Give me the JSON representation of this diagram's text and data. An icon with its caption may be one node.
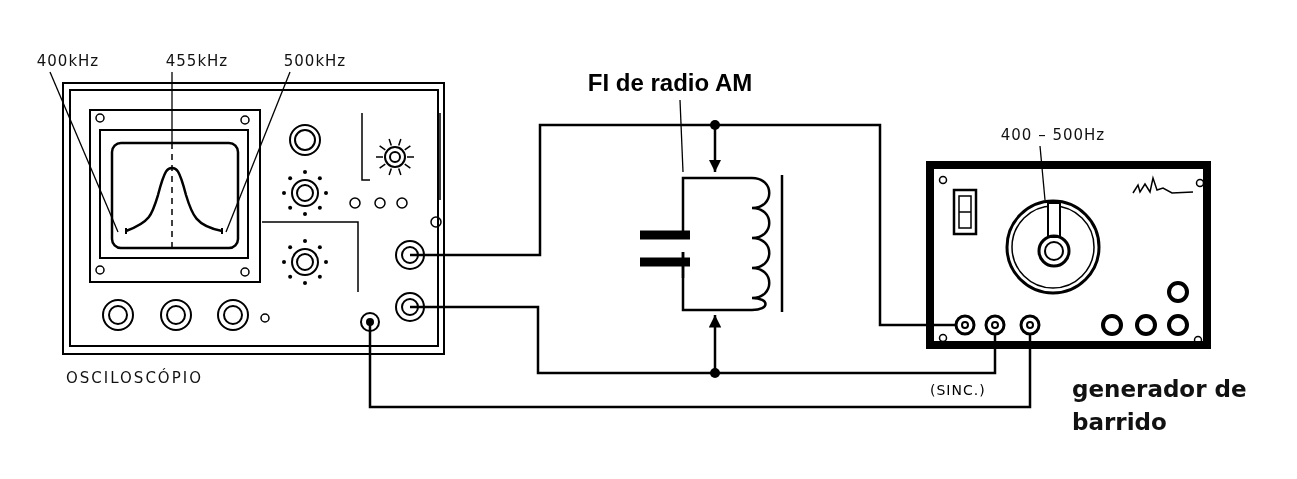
{
  "diagram": {
    "nodes": [
      {
        "text": [],
        "shape": "box",
        "beside": [
          "OSCILOSCÓPIO"
        ]
      },
      {
        "text": [
          "400kHz"
        ]
      },
      {
        "text": [
          "455kHz"
        ]
      },
      {
        "text": [
          "500kHz"
        ]
      },
      {
        "text": [
          "FI de radio AM"
        ]
      },
      {
        "text": [],
        "shape": "picture"
      },
      {
        "text": [
          "400 – 500Hz"
        ]
      },
      {
        "text": [],
        "shape": "box",
        "beside": [
          "generador de barrido"
        ]
      },
      {
        "text": [],
        "shape": "circle",
        "in": 7
      }
    ],
    "edges": [
      {
        "from": 0,
        "to": 7,
        "arrow": "none"
      },
      {
        "from": 0,
        "to": 7,
        "arrow": "none"
      },
      {
        "from": 0,
        "to": 7,
        "arrow": "none",
        "label": "(SINC.)"
      },
      {
        "from": null,
        "to": 5,
        "arrow": "to"
      },
      {
        "from": null,
        "to": 5,
        "arrow": "to"
      },
      {
        "from": 4,
        "to": 5,
        "arrow": "none"
      },
      {
        "from": 6,
        "to": 8,
        "arrow": "none"
      },
      {
        "from": 1,
        "to": 0,
        "arrow": "none"
      },
      {
        "from": 2,
        "to": 0,
        "arrow": "none"
      },
      {
        "from": 3,
        "to": 0,
        "arrow": "none"
      }
    ]
  }
}
